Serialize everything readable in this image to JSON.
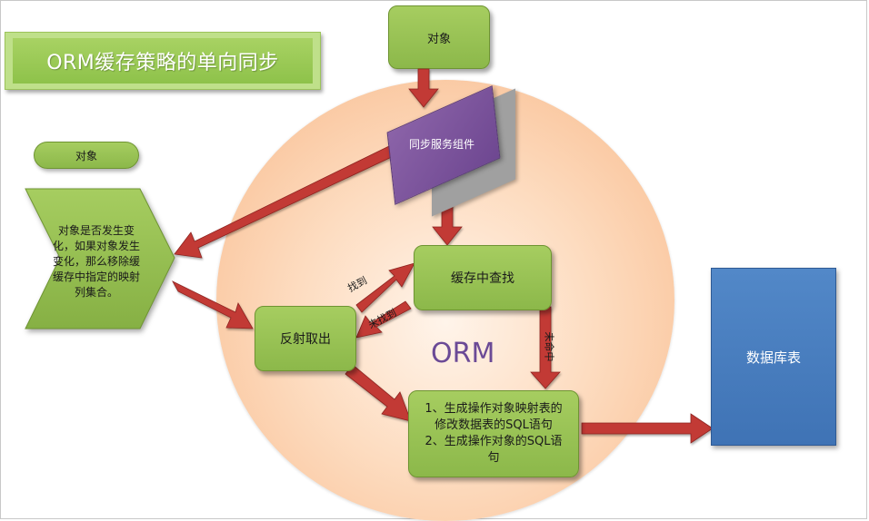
{
  "title": "ORM缓存策略的单向同步",
  "nodes": {
    "object_top": "对象",
    "object_left": "对象",
    "change_note": [
      "对象是否发生变",
      "化，如果对象发生",
      "变化，那么移除缓",
      "缓存中指定的映射",
      "列集合。"
    ],
    "sync_component": "同步服务组件",
    "cache_lookup": "缓存中查找",
    "reflect_fetch": "反射取出",
    "generate_sql": [
      "1、生成操作对象映射表的",
      "修改数据表的SQL语句",
      "2、生成操作对象的SQL语",
      "句"
    ],
    "db_table": "数据库表",
    "orm_label": "ORM"
  },
  "edge_labels": {
    "found": "找到",
    "not_found": "未找到",
    "miss": "未命中"
  },
  "colors": {
    "green": "#8cb84a",
    "purple": "#6e4791",
    "blue": "#3f73b5",
    "arrow_red": "#c0392b",
    "circle_peach": "#f8b98a"
  }
}
